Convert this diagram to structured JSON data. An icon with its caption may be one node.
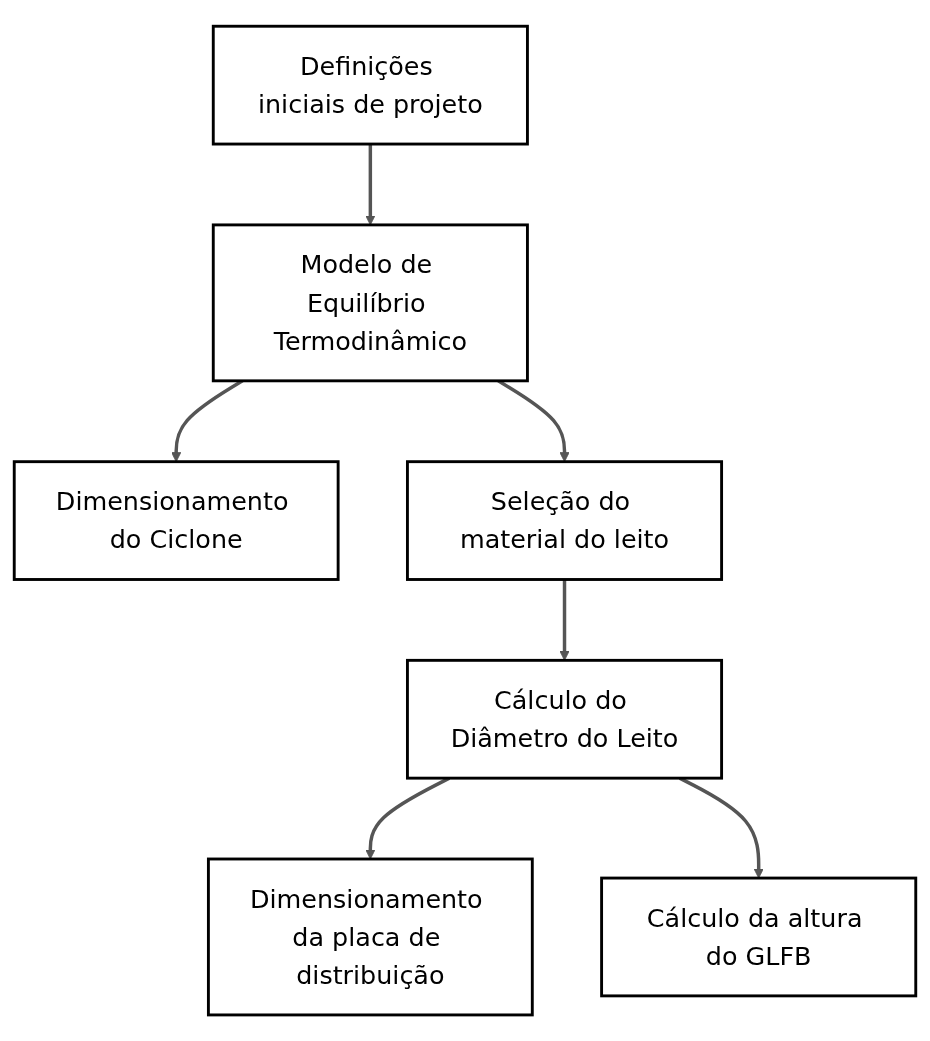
{
  "diagram": {
    "nodes": [
      {
        "text": [
          "Definições iniciais de projeto"
        ]
      },
      {
        "text": [
          "Modelo de Equilíbrio Termodinâmico"
        ]
      },
      {
        "text": [
          "Dimensionamento do Ciclone"
        ]
      },
      {
        "text": [
          "Seleção do material do leito"
        ]
      },
      {
        "text": [
          "Cálculo do Diâmetro do Leito"
        ]
      },
      {
        "text": [
          "Dimensionamento da placa de distribuição"
        ]
      },
      {
        "text": [
          "Cálculo da altura do GLFB"
        ]
      }
    ],
    "edges": [
      {
        "from": 0,
        "to": 1,
        "arrow": "to"
      },
      {
        "from": 1,
        "to": 2,
        "arrow": "to"
      },
      {
        "from": 1,
        "to": 3,
        "arrow": "to"
      },
      {
        "from": 3,
        "to": 4,
        "arrow": "to"
      },
      {
        "from": 4,
        "to": 5,
        "arrow": "to"
      },
      {
        "from": 4,
        "to": 6,
        "arrow": "to"
      }
    ]
  }
}
